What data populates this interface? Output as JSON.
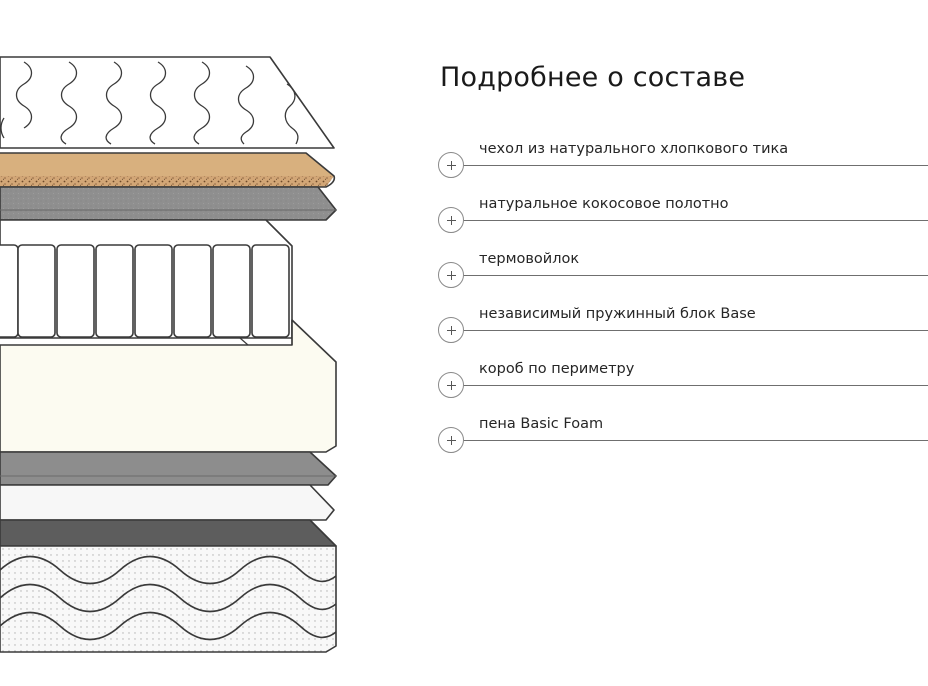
{
  "section_title": "Подробнее о составе",
  "layers": [
    {
      "label": "чехол из натурального хлопкового тика"
    },
    {
      "label": "натуральное кокосовое полотно"
    },
    {
      "label": "термовойлок"
    },
    {
      "label": "независимый пружинный блок Base"
    },
    {
      "label": "короб по периметру"
    },
    {
      "label": "пена Basic Foam"
    }
  ],
  "colors": {
    "outline": "#3a3a3a",
    "coconut_top": "#d8b07e",
    "coconut_edge": "#c9a171",
    "felt_gray": "#8d8d8d",
    "box_cream": "#fcfbf1",
    "foam_light": "#f6f6f6",
    "foam_dark": "#5d5d5d",
    "base_gray": "#d6d6d6"
  },
  "icons": {
    "expand": "plus-icon"
  }
}
